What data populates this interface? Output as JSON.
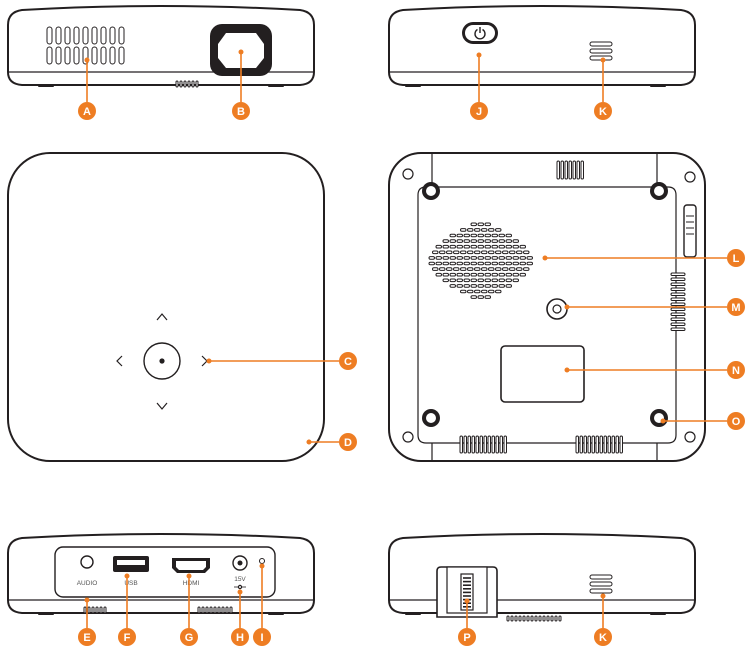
{
  "accent_color": "#ee7d23",
  "outline_color": "#231f20",
  "callouts": {
    "A": "A",
    "B": "B",
    "C": "C",
    "D": "D",
    "E": "E",
    "F": "F",
    "G": "G",
    "H": "H",
    "I": "I",
    "J": "J",
    "K": "K",
    "L": "L",
    "M": "M",
    "N": "N",
    "O": "O",
    "P": "P"
  },
  "port_labels": {
    "audio": "AUDIO",
    "usb": "USB",
    "hdmi": "HDMI",
    "dc": "15V"
  },
  "icons": {
    "power": "power-icon",
    "up": "chevron-up-icon",
    "down": "chevron-down-icon",
    "left": "chevron-left-icon",
    "right": "chevron-right-icon"
  }
}
